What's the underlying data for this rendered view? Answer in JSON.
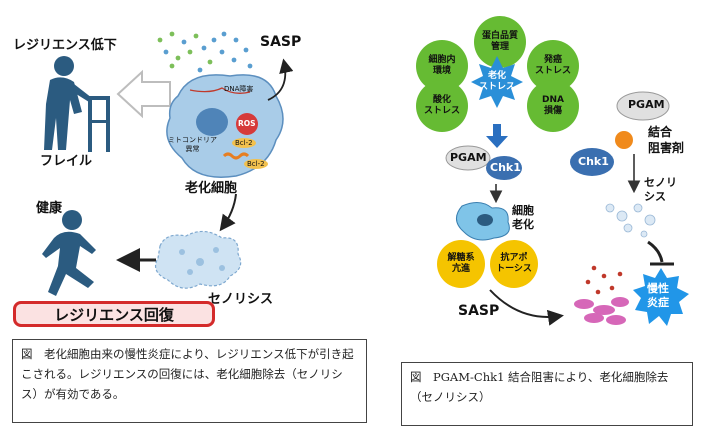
{
  "left_panel": {
    "resilience_decline": "レジリエンス低下",
    "sasp": "SASP",
    "dna_damage": "DNA障害",
    "ros": "ROS",
    "mito_dysfunction": "ミトコンドリア\n異常",
    "bcl2_a": "Bcl-2",
    "bcl2_b": "Bcl-2",
    "frailty": "フレイル",
    "senescent_cell": "老化細胞",
    "health": "健康",
    "senolysis": "セノリシス",
    "resilience_recovery": "レジリエンス回復",
    "caption": "図　老化細胞由来の慢性炎症により、レジリエンス低下が引き起こされる。レジリエンスの回復には、老化細胞除去（セノリシス）が有効である。"
  },
  "right_panel": {
    "bubbles": {
      "cell_env": "細胞内\n環境",
      "proteostasis": "蛋白品質\n管理",
      "oncogenic": "発癌\nストレス",
      "oxidative": "酸化\nストレス",
      "dna": "DNA\n損傷",
      "aging_stress": "老化\nストレス"
    },
    "pgam_left": "PGAM",
    "chk1_left": "Chk1",
    "cell_aging": "細胞\n老化",
    "glycolysis": "解糖系\n亢進",
    "anti_apoptosis": "抗アポ\nトーシス",
    "sasp": "SASP",
    "pgam_right": "PGAM",
    "binding_inhibitor": "結合\n阻害剤",
    "chk1_right": "Chk1",
    "senolysis": "セノリ\nシス",
    "chronic_inflammation": "慢性\n炎症",
    "caption": "図　PGAM-Chk1 結合阻害により、老化細胞除去（セノリシス）"
  },
  "colors": {
    "accent_red": "#d42b2b",
    "bubble_green": "#66bb33",
    "center_blue": "#2a8fd8",
    "figure_blue": "#2b5b80",
    "chk1_blue": "#3a6fb0",
    "yellow": "#f5c400",
    "orange": "#f08a1c",
    "inflammation_blue": "#2196e8"
  },
  "icons": [
    "elderly-walker-icon",
    "running-person-icon",
    "senescent-cell-icon",
    "inhibitor-ball-icon"
  ]
}
